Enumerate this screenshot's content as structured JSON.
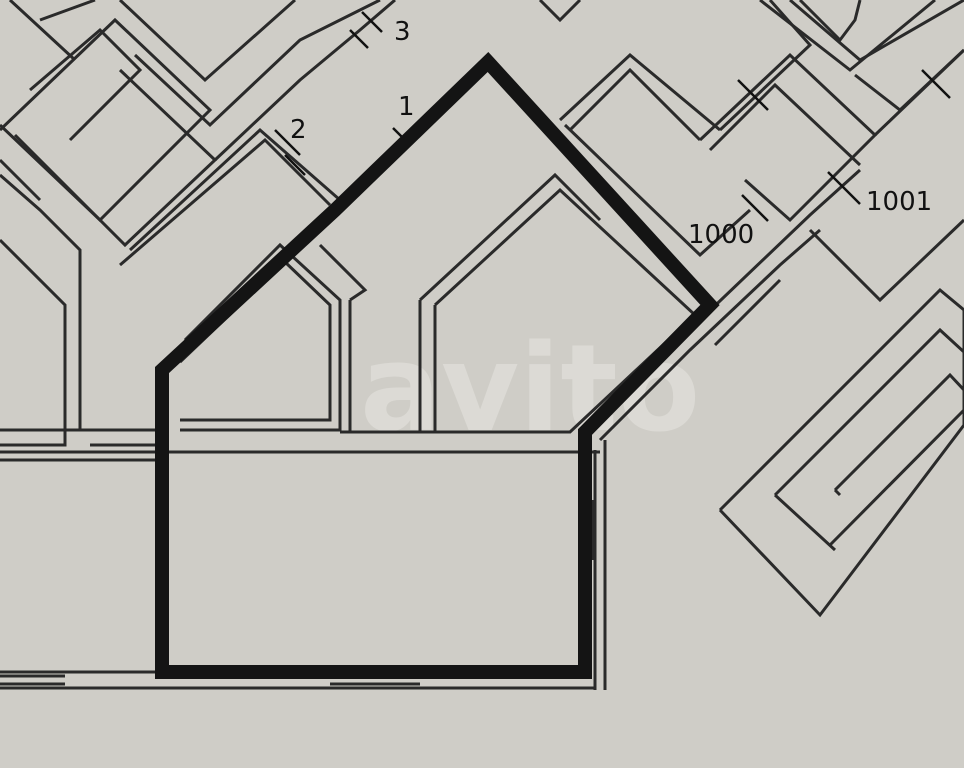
{
  "labels": {
    "l1": "1",
    "l2": "2",
    "l3": "3",
    "l1000": "1000",
    "l1001": "1001"
  },
  "watermark": "avito",
  "colors": {
    "paper": "#cfcdc7",
    "ink": "#2a2a2a",
    "highlight": "#141414"
  }
}
